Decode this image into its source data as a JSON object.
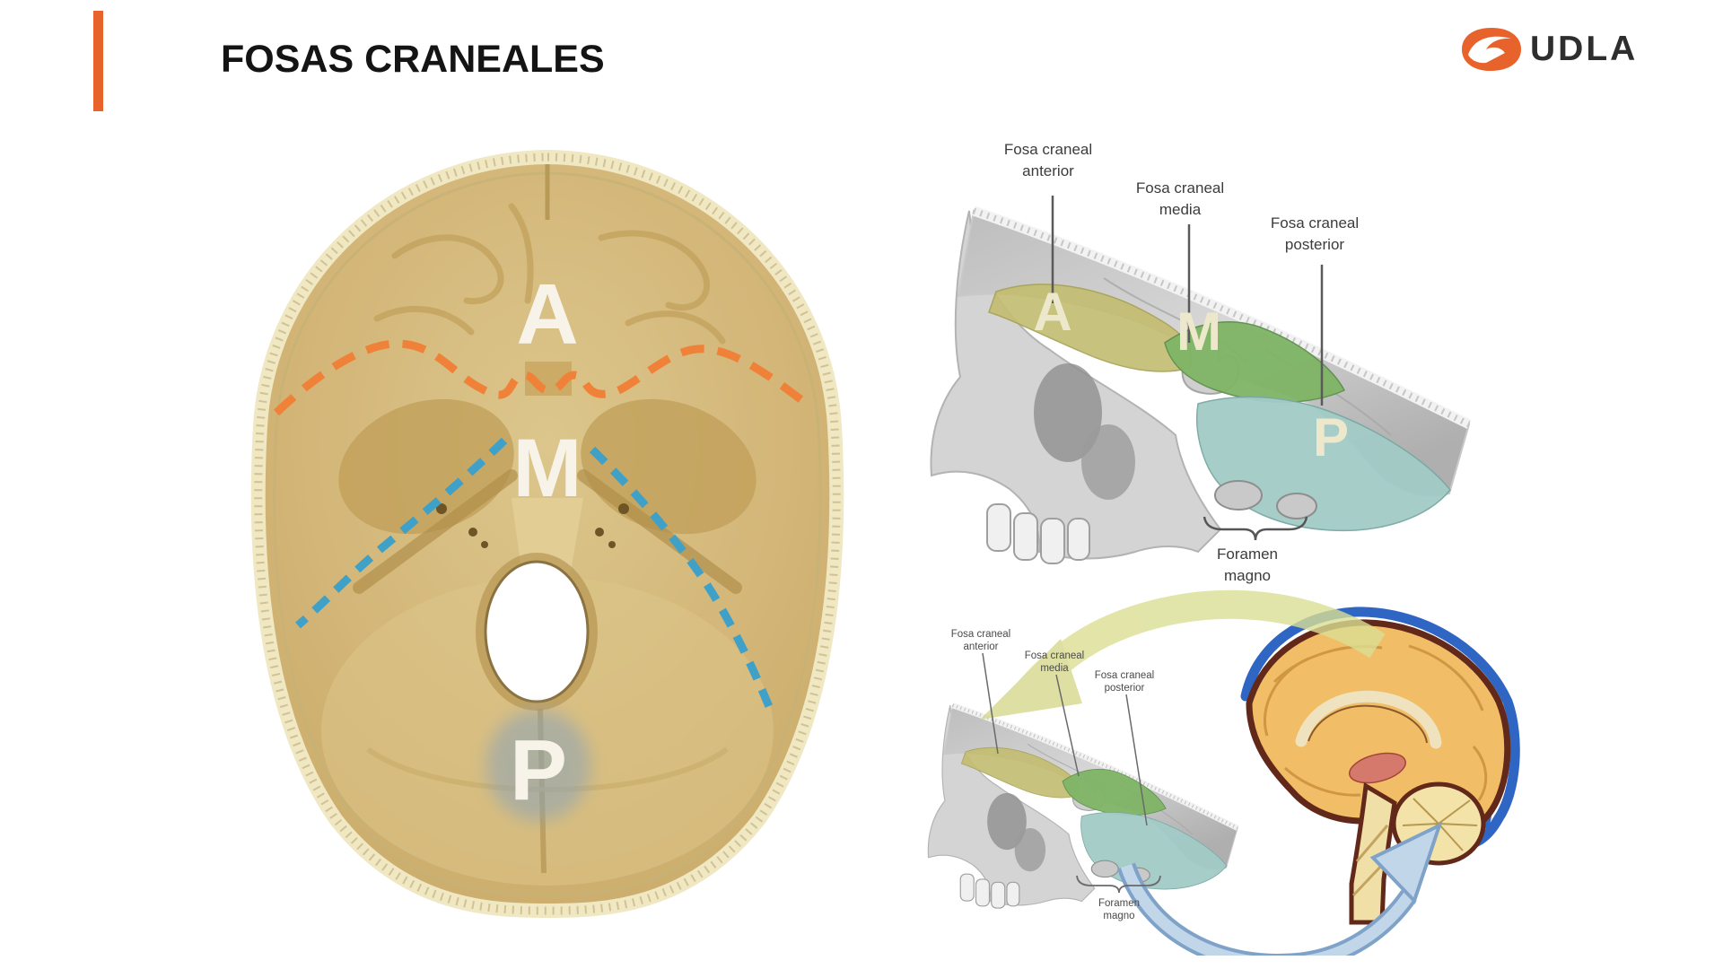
{
  "slide": {
    "title": "FOSAS CRANEALES",
    "logo_text": "UDLA"
  },
  "colors": {
    "accent": "#E8632C",
    "orange_dashed_line": "#F08138",
    "blue_dashed_line": "#3FA0C8",
    "fossa_anterior": "#C3BD72",
    "fossa_media": "#7FB566",
    "fossa_posterior": "#A3CBC7"
  },
  "letters": {
    "anterior": "A",
    "media": "M",
    "posterior": "P"
  },
  "labels": {
    "fossa_anterior": [
      "Fosa craneal",
      "anterior"
    ],
    "fossa_media": [
      "Fosa craneal",
      "media"
    ],
    "fossa_posterior": [
      "Fosa craneal",
      "posterior"
    ],
    "foramen_magno": [
      "Foramen",
      "magno"
    ]
  }
}
